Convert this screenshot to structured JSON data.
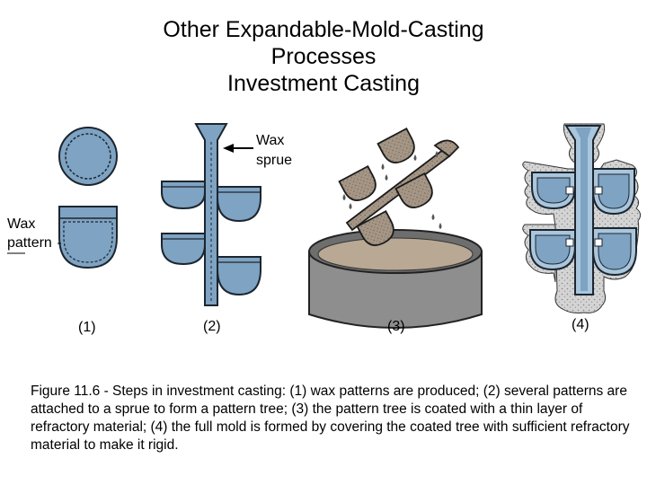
{
  "title": {
    "line1": "Other Expandable-Mold-Casting",
    "line2": "Processes",
    "line3": "Investment Casting"
  },
  "figure": {
    "labels": {
      "wax_pattern_line1": "Wax",
      "wax_pattern_line2": "pattern",
      "wax_sprue_line1": "Wax",
      "wax_sprue_line2": "sprue"
    },
    "steps": [
      "(1)",
      "(2)",
      "(3)",
      "(4)"
    ],
    "colors": {
      "wax": "#7fa3c2",
      "wax_light": "#a9c6dd",
      "outline": "#1c2630",
      "refractory": "#a89a8c",
      "slurry": "#b8a894",
      "container": "#8e8e8e",
      "mold_shell": "#c9c9c9"
    }
  },
  "caption": {
    "text": "Figure 11.6 ‑ Steps in investment casting: (1) wax patterns are produced; (2) several patterns are attached to a sprue to form a pattern tree; (3) the pattern tree is coated with a thin layer of refractory material; (4) the full mold is formed by covering the coated tree with sufficient refractory material to make it rigid."
  }
}
